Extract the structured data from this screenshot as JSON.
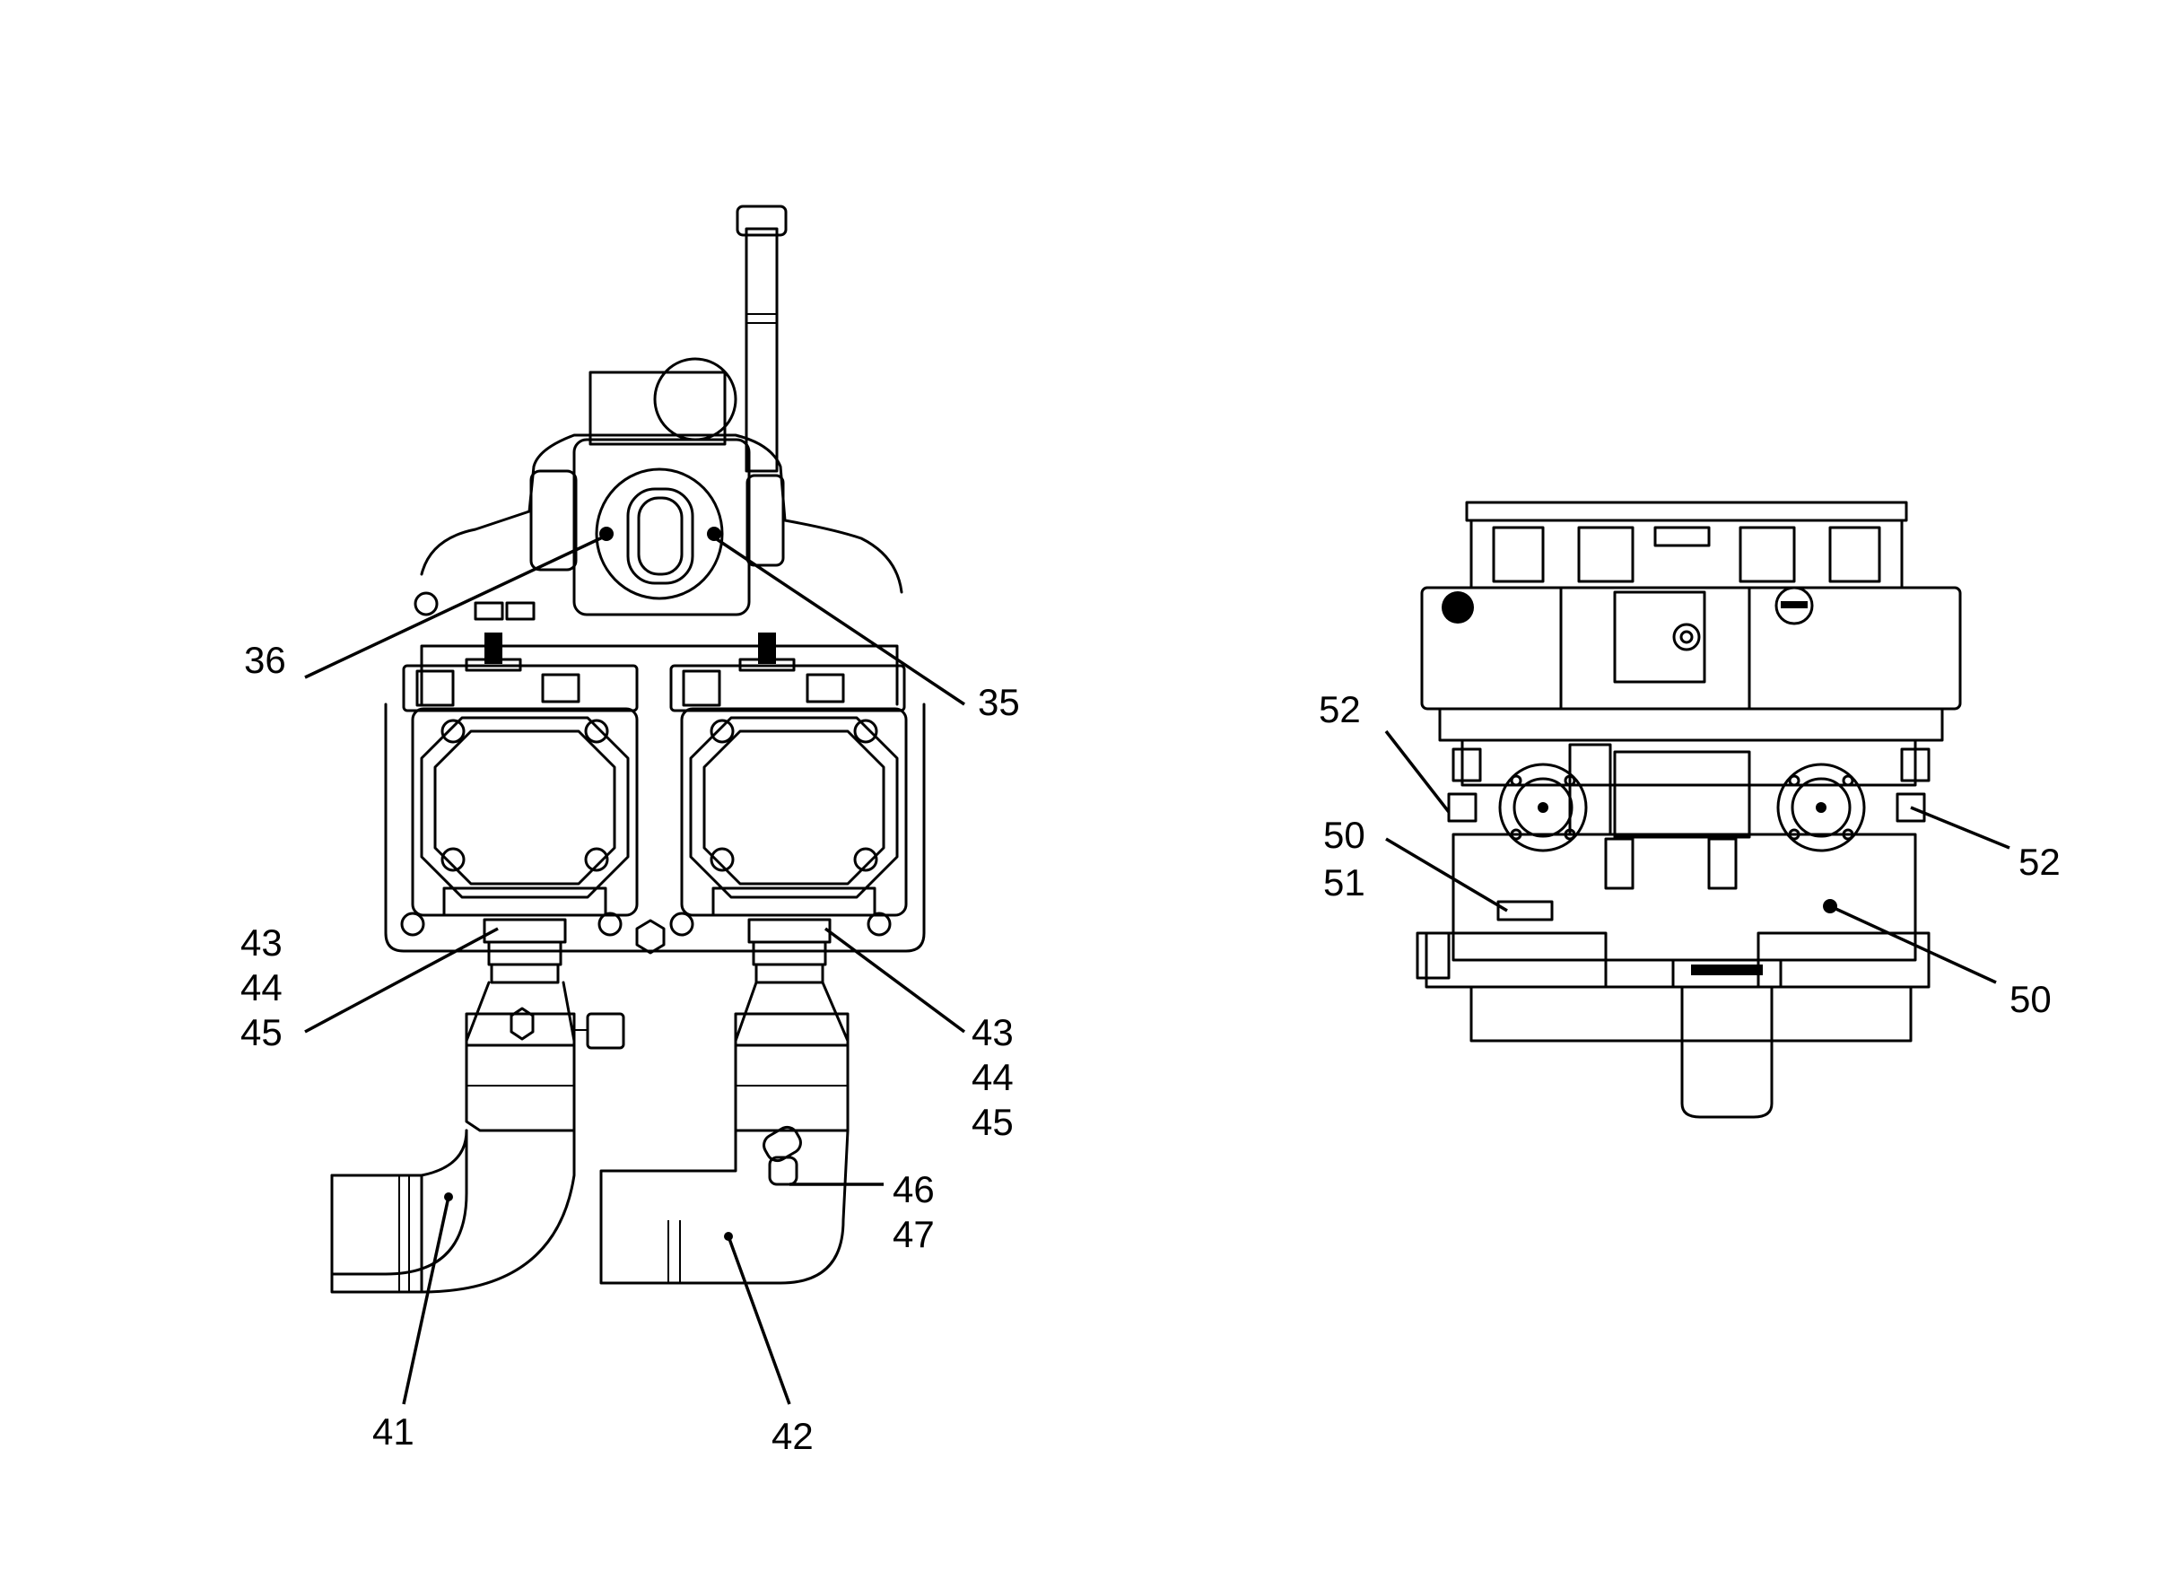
{
  "colors": {
    "line": "#000000",
    "background": "#ffffff"
  },
  "callouts": {
    "c36": "36",
    "c35": "35",
    "c43_44_45_left": [
      "43",
      "44",
      "45"
    ],
    "c43_44_45_right": [
      "43",
      "44",
      "45"
    ],
    "c46_47": [
      "46",
      "47"
    ],
    "c41": "41",
    "c42": "42",
    "c52_left": "52",
    "c52_right": "52",
    "c50_51": [
      "50",
      "51"
    ],
    "c50_right": "50"
  }
}
